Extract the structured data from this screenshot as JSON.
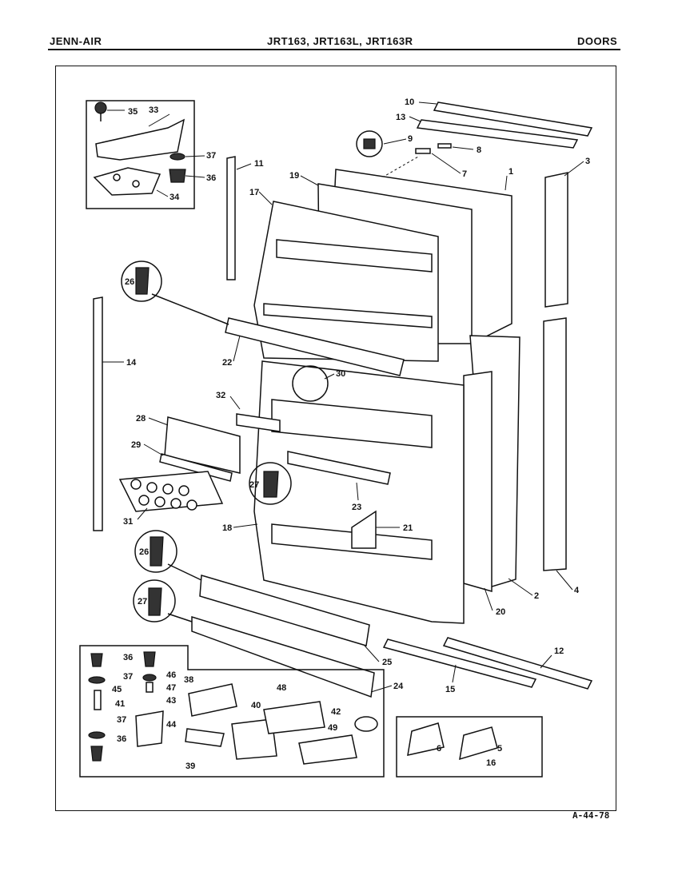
{
  "header": {
    "brand": "JENN-AIR",
    "models": "JRT163, JRT163L, JRT163R",
    "section": "DOORS"
  },
  "footer": {
    "code": "A-44-78"
  },
  "callouts": [
    {
      "id": "c1",
      "text": "1"
    },
    {
      "id": "c2",
      "text": "2"
    },
    {
      "id": "c3",
      "text": "3"
    },
    {
      "id": "c4",
      "text": "4"
    },
    {
      "id": "c5",
      "text": "5"
    },
    {
      "id": "c6",
      "text": "6"
    },
    {
      "id": "c7",
      "text": "7"
    },
    {
      "id": "c8",
      "text": "8"
    },
    {
      "id": "c9",
      "text": "9"
    },
    {
      "id": "c10",
      "text": "10"
    },
    {
      "id": "c11",
      "text": "11"
    },
    {
      "id": "c12",
      "text": "12"
    },
    {
      "id": "c13",
      "text": "13"
    },
    {
      "id": "c14",
      "text": "14"
    },
    {
      "id": "c15",
      "text": "15"
    },
    {
      "id": "c16",
      "text": "16"
    },
    {
      "id": "c17",
      "text": "17"
    },
    {
      "id": "c18",
      "text": "18"
    },
    {
      "id": "c19",
      "text": "19"
    },
    {
      "id": "c20",
      "text": "20"
    },
    {
      "id": "c21",
      "text": "21"
    },
    {
      "id": "c22",
      "text": "22"
    },
    {
      "id": "c23",
      "text": "23"
    },
    {
      "id": "c24",
      "text": "24"
    },
    {
      "id": "c25",
      "text": "25"
    },
    {
      "id": "c26a",
      "text": "26"
    },
    {
      "id": "c26b",
      "text": "26"
    },
    {
      "id": "c27a",
      "text": "27"
    },
    {
      "id": "c27b",
      "text": "27"
    },
    {
      "id": "c28",
      "text": "28"
    },
    {
      "id": "c29",
      "text": "29"
    },
    {
      "id": "c30",
      "text": "30"
    },
    {
      "id": "c31",
      "text": "31"
    },
    {
      "id": "c32",
      "text": "32"
    },
    {
      "id": "c33",
      "text": "33"
    },
    {
      "id": "c34",
      "text": "34"
    },
    {
      "id": "c35",
      "text": "35"
    },
    {
      "id": "c36a",
      "text": "36"
    },
    {
      "id": "c36b",
      "text": "36"
    },
    {
      "id": "c36c",
      "text": "36"
    },
    {
      "id": "c37a",
      "text": "37"
    },
    {
      "id": "c37b",
      "text": "37"
    },
    {
      "id": "c37c",
      "text": "37"
    },
    {
      "id": "c38",
      "text": "38"
    },
    {
      "id": "c39",
      "text": "39"
    },
    {
      "id": "c40",
      "text": "40"
    },
    {
      "id": "c41",
      "text": "41"
    },
    {
      "id": "c42",
      "text": "42"
    },
    {
      "id": "c43",
      "text": "43"
    },
    {
      "id": "c44",
      "text": "44"
    },
    {
      "id": "c45",
      "text": "45"
    },
    {
      "id": "c46",
      "text": "46"
    },
    {
      "id": "c47",
      "text": "47"
    },
    {
      "id": "c48",
      "text": "48"
    },
    {
      "id": "c49",
      "text": "49"
    }
  ]
}
